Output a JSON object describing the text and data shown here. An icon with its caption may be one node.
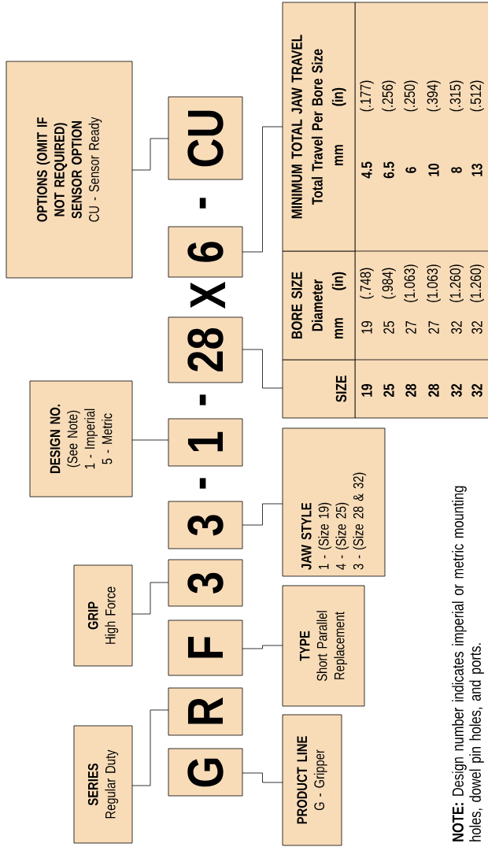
{
  "diagram": {
    "nodes": [
      {
        "text": [
          "SERIES",
          "Regular Duty"
        ]
      },
      {
        "text": [
          "GRIP",
          "High Force"
        ]
      },
      {
        "text": [
          "DESIGN NO.",
          "(See Note)",
          "1 - Imperial",
          "5 - Metric"
        ]
      },
      {
        "text": [
          "OPTIONS (OMIT IF NOT REQUIRED)",
          "SENSOR OPTION",
          "CU - Sensor Ready"
        ]
      },
      {
        "text": [
          "G"
        ]
      },
      {
        "text": [
          "R"
        ]
      },
      {
        "text": [
          "F"
        ]
      },
      {
        "text": [
          "3"
        ]
      },
      {
        "text": [
          "3"
        ]
      },
      {
        "text": [
          "1"
        ]
      },
      {
        "text": [
          "28"
        ]
      },
      {
        "text": [
          "6"
        ]
      },
      {
        "text": [
          "CU"
        ]
      },
      {
        "text": [
          "PRODUCT LINE",
          "G - Gripper"
        ]
      },
      {
        "text": [
          "TYPE",
          "Short Parallel Replacement"
        ]
      },
      {
        "text": [
          "JAW STYLE",
          "1 - (Size 19)",
          "4 - (Size 25)",
          "3 - (Size 28 & 32)"
        ]
      },
      {
        "text": [
          "SIZE"
        ]
      },
      {
        "text": [
          "BORE SIZE",
          "Diameter",
          "mm",
          "(in)"
        ]
      },
      {
        "text": [
          "MINIMUM TOTAL JAW TRAVEL",
          "Total Travel Per Bore Size",
          "mm",
          "(in)"
        ]
      }
    ],
    "edges": [
      {
        "from": 0,
        "to": 5,
        "arrow": "none"
      },
      {
        "from": 1,
        "to": 7,
        "arrow": "none"
      },
      {
        "from": 2,
        "to": 9,
        "arrow": "none"
      },
      {
        "from": 3,
        "to": 12,
        "arrow": "none"
      },
      {
        "from": 13,
        "to": 4,
        "arrow": "none"
      },
      {
        "from": 14,
        "to": 6,
        "arrow": "none"
      },
      {
        "from": 15,
        "to": 8,
        "arrow": "none"
      },
      {
        "from": 16,
        "to": 10,
        "arrow": "none"
      },
      {
        "from": 18,
        "to": 11,
        "arrow": "none"
      }
    ],
    "labels": [
      "-",
      "-",
      "X",
      "-",
      "19",
      "19",
      "(.748)",
      "4.5",
      "(.177)",
      "25",
      "25",
      "(.984)",
      "6.5",
      "(.256)",
      "28",
      "27",
      "(1.063)",
      "6",
      "(.250)",
      "28",
      "27",
      "(1.063)",
      "10",
      "(.394)",
      "32",
      "32",
      "(1.260)",
      "8",
      "(.315)",
      "32",
      "32",
      "(1.260)",
      "13",
      "(.512)",
      "**NOTE:** Design number indicates imperial or metric mounting holes, dowel pin holes, and ports."
    ]
  }
}
